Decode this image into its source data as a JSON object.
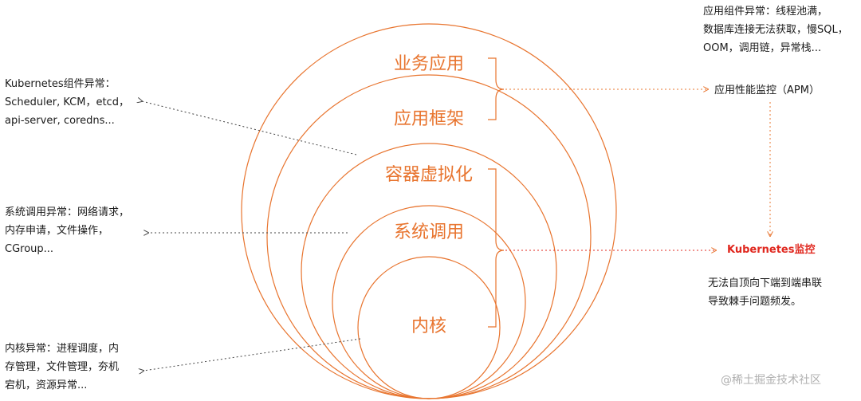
{
  "layers": [
    {
      "label": "业务应用"
    },
    {
      "label": "应用框架"
    },
    {
      "label": "容器虚拟化"
    },
    {
      "label": "系统调用"
    },
    {
      "label": "内核"
    }
  ],
  "left_notes": {
    "k8s_components": [
      "Kubernetes组件异常：",
      "Scheduler, KCM，etcd，",
      "api-server, coredns..."
    ],
    "syscall": [
      "系统调用异常：网络请求，",
      "内存申请，文件操作，",
      "CGroup..."
    ],
    "kernel": [
      "内核异常：进程调度，内",
      "存管理，文件管理，夯机",
      "宕机，资源异常..."
    ]
  },
  "right_notes": {
    "app_component": [
      "应用组件异常：线程池满，",
      "数据库连接无法获取，慢SQL，",
      "OOM，调用链，异常栈..."
    ],
    "apm": "应用性能监控（APM）",
    "k8s_monitor": "Kubernetes监控",
    "problem": [
      "无法自顶向下端到端串联",
      "导致棘手问题频发。"
    ]
  },
  "watermark": "@稀土掘金技术社区",
  "colors": {
    "ring": "#e8742e",
    "accent": "#e0281f",
    "dotted": "#444444"
  }
}
